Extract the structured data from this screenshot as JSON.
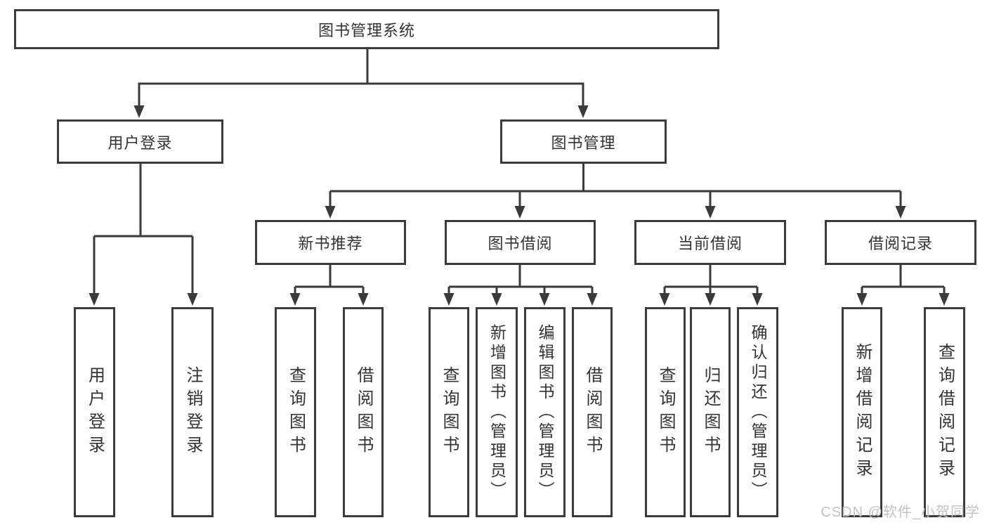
{
  "diagram": {
    "type": "hierarchy-tree",
    "root": {
      "label": "图书管理系统"
    },
    "level2": [
      {
        "label": "用户登录",
        "parent": "图书管理系统"
      },
      {
        "label": "图书管理",
        "parent": "图书管理系统"
      }
    ],
    "level3": [
      {
        "label": "新书推荐",
        "parent": "图书管理"
      },
      {
        "label": "图书借阅",
        "parent": "图书管理"
      },
      {
        "label": "当前借阅",
        "parent": "图书管理"
      },
      {
        "label": "借阅记录",
        "parent": "图书管理"
      }
    ],
    "leaves": [
      {
        "label": "用户登录",
        "parent": "用户登录"
      },
      {
        "label": "注销登录",
        "parent": "用户登录"
      },
      {
        "label": "查询图书",
        "parent": "新书推荐"
      },
      {
        "label": "借阅图书",
        "parent": "新书推荐"
      },
      {
        "label": "查询图书",
        "parent": "图书借阅"
      },
      {
        "label": "新增图书（管理员）",
        "parent": "图书借阅"
      },
      {
        "label": "编辑图书（管理员）",
        "parent": "图书借阅"
      },
      {
        "label": "借阅图书",
        "parent": "图书借阅"
      },
      {
        "label": "查询图书",
        "parent": "当前借阅"
      },
      {
        "label": "归还图书",
        "parent": "当前借阅"
      },
      {
        "label": "确认归还（管理员）",
        "parent": "当前借阅"
      },
      {
        "label": "新增借阅记录",
        "parent": "借阅记录"
      },
      {
        "label": "查询借阅记录",
        "parent": "借阅记录"
      }
    ],
    "colors": {
      "line": "#3a3a3a",
      "text": "#333333",
      "box_background": "#ffffff",
      "page_background": "#ffffff",
      "watermark": "#c2c2c2"
    }
  },
  "watermark": {
    "text": "CSDN @软件_小贺同学"
  }
}
